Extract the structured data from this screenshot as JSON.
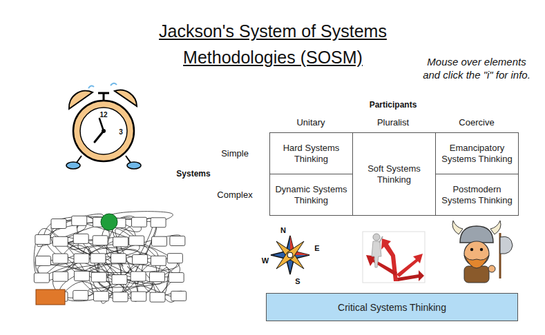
{
  "diagram": {
    "title": "Jackson's System of Systems Methodologies (SOSM)",
    "nodes": [
      {
        "text": [
          "Hard Systems Thinking"
        ]
      },
      {
        "text": [
          "Soft Systems Thinking"
        ]
      },
      {
        "text": [
          "Emancipatory Systems Thinking"
        ]
      },
      {
        "text": [
          "Dynamic Systems Thinking"
        ]
      },
      {
        "text": [
          "Postmodern Systems Thinking"
        ]
      },
      {
        "text": [
          "Critical Systems Thinking"
        ]
      }
    ],
    "labels": [
      "Mouse over elements and click the \"i\" for info.",
      "Participants",
      "Unitary",
      "Pluralist",
      "Coercive",
      "Systems",
      "Simple",
      "Complex",
      "12",
      "3",
      "N",
      "E",
      "W",
      "S"
    ]
  }
}
